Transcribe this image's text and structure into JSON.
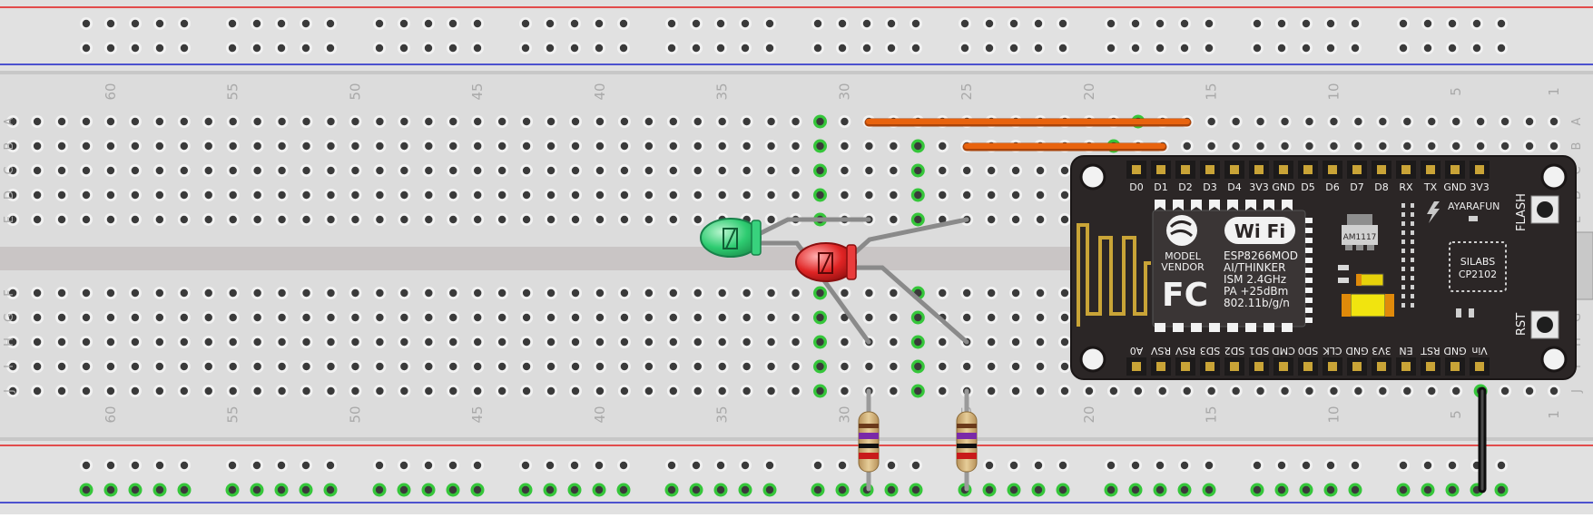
{
  "colors": {
    "board": "#dcdcdc",
    "rail_red": "#e31c1c",
    "rail_blue": "#1c22c8",
    "hole": "#3a3a3a",
    "hole_ring": "#f2f2f2",
    "highlight": "#35c63a",
    "wire_orange": "#e8630e",
    "led_green": "#2ecc71",
    "led_red": "#e02424",
    "pcb": "#2b2626",
    "gold": "#c9a437"
  },
  "breadboard": {
    "column_numbers": [
      "60",
      "55",
      "50",
      "45",
      "40",
      "35",
      "30",
      "25",
      "20",
      "15",
      "10",
      "5",
      "1"
    ],
    "row_letters_top": [
      "A",
      "B",
      "C",
      "D",
      "E"
    ],
    "row_letters_bottom": [
      "F",
      "G",
      "H",
      "I",
      "J"
    ]
  },
  "nodemcu": {
    "top_pins": [
      "D0",
      "D1",
      "D2",
      "D3",
      "D4",
      "3V3",
      "GND",
      "D5",
      "D6",
      "D7",
      "D8",
      "RX",
      "TX",
      "GND",
      "3V3"
    ],
    "bottom_pins": [
      "A0",
      "RSV",
      "RSV",
      "SD3",
      "SD2",
      "SD1",
      "CMD",
      "SD0",
      "CLK",
      "GND",
      "3V3",
      "EN",
      "RST",
      "GND",
      "Vin"
    ],
    "module_brand": "Wi Fi",
    "model_label": "MODEL",
    "vendor_label": "VENDOR",
    "fcc_label": "FC",
    "module_lines": [
      "ESP8266MOD",
      "AI/THINKER",
      "ISM 2.4GHz",
      "PA +25dBm",
      "802.11b/g/n"
    ],
    "regulator": "AM1117",
    "usb_chip_lines": [
      "SILABS",
      "CP2102"
    ],
    "maker": "AYARAFUN",
    "flash_button": "FLASH",
    "reset_button": "RST"
  }
}
